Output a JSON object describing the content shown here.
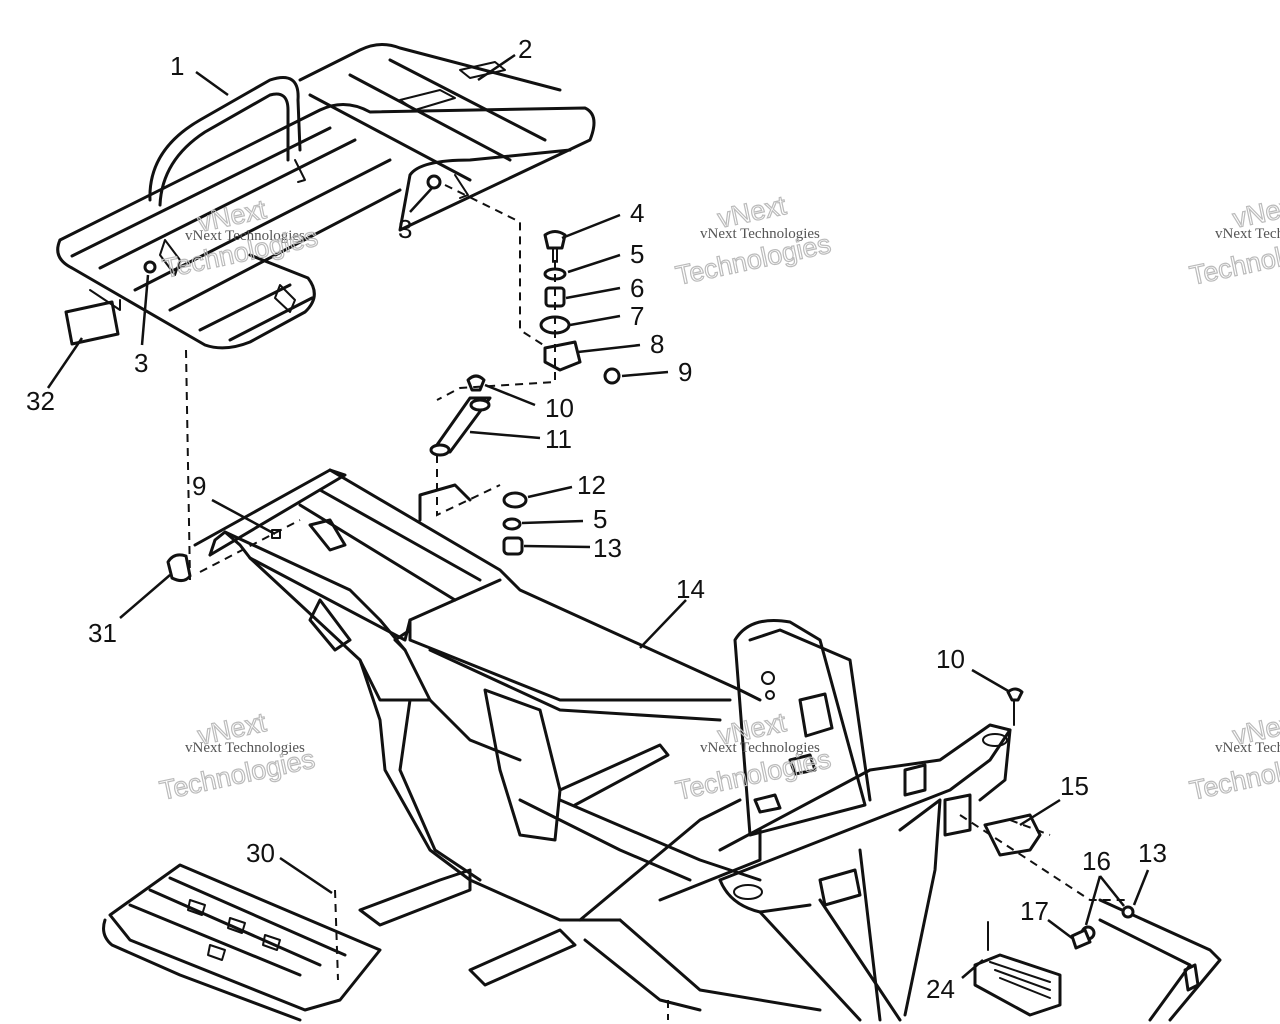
{
  "diagram": {
    "callouts": [
      "1",
      "2",
      "3",
      "3",
      "4",
      "5",
      "6",
      "7",
      "8",
      "9",
      "10",
      "11",
      "12",
      "5",
      "13",
      "9",
      "31",
      "32",
      "14",
      "10",
      "15",
      "16",
      "13",
      "17",
      "30",
      "24"
    ],
    "watermark": {
      "line1": "vNext Technologies",
      "line2": "Technologies",
      "line3": "vNext"
    }
  }
}
